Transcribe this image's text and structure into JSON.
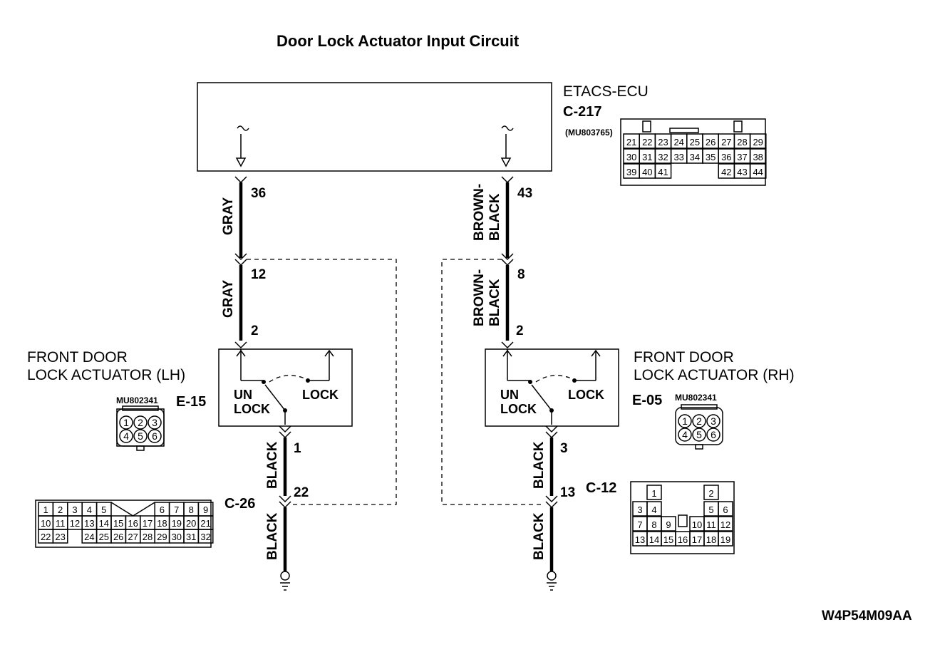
{
  "title": "Door Lock Actuator Input Circuit",
  "figure_code": "W4P54M09AA",
  "ecu": {
    "name": "ETACS-ECU",
    "connector": "C-217",
    "part_no": "(MU803765)",
    "grid": [
      [
        "21",
        "22",
        "23",
        "24",
        "25",
        "26",
        "27",
        "28",
        "29"
      ],
      [
        "30",
        "31",
        "32",
        "33",
        "34",
        "35",
        "36",
        "37",
        "38"
      ],
      [
        "39",
        "40",
        "41",
        "",
        "",
        "",
        "42",
        "43",
        "44"
      ]
    ]
  },
  "left": {
    "ecu_pin": "36",
    "wire_top": "GRAY",
    "junction_pin": "12",
    "wire_mid": "GRAY",
    "actuator_pin_in": "2",
    "actuator_name_line1": "FRONT DOOR",
    "actuator_name_line2": "LOCK ACTUATOR (LH)",
    "connector": "E-15",
    "part_no": "MU802341",
    "pins": [
      "1",
      "2",
      "3",
      "4",
      "5",
      "6"
    ],
    "unlock_line1": "UN",
    "unlock_line2": "LOCK",
    "lock": "LOCK",
    "actuator_pin_out": "1",
    "wire_bottom": "BLACK",
    "junction2_pin": "22",
    "junction2_connector": "C-26",
    "wire_ground": "BLACK",
    "c26_grid": [
      [
        "1",
        "2",
        "3",
        "4",
        "5",
        "6",
        "7",
        "8",
        "9"
      ],
      [
        "10",
        "11",
        "12",
        "13",
        "14",
        "15",
        "16",
        "17",
        "18",
        "19",
        "20",
        "21"
      ],
      [
        "22",
        "23",
        "24",
        "25",
        "26",
        "27",
        "28",
        "29",
        "30",
        "31",
        "32"
      ]
    ]
  },
  "right": {
    "ecu_pin": "43",
    "wire_top_line1": "BROWN-",
    "wire_top_line2": "BLACK",
    "junction_pin": "8",
    "wire_mid_line1": "BROWN-",
    "wire_mid_line2": "BLACK",
    "actuator_pin_in": "2",
    "actuator_name_line1": "FRONT DOOR",
    "actuator_name_line2": "LOCK ACTUATOR (RH)",
    "connector": "E-05",
    "part_no": "MU802341",
    "pins": [
      "1",
      "2",
      "3",
      "4",
      "5",
      "6"
    ],
    "unlock_line1": "UN",
    "unlock_line2": "LOCK",
    "lock": "LOCK",
    "actuator_pin_out": "3",
    "wire_bottom": "BLACK",
    "junction2_pin": "13",
    "junction2_connector": "C-12",
    "wire_ground": "BLACK",
    "c12_cells": [
      "1",
      "2",
      "3",
      "4",
      "5",
      "6",
      "7",
      "8",
      "9",
      "10",
      "11",
      "12",
      "13",
      "14",
      "15",
      "16",
      "17",
      "18",
      "19"
    ]
  }
}
